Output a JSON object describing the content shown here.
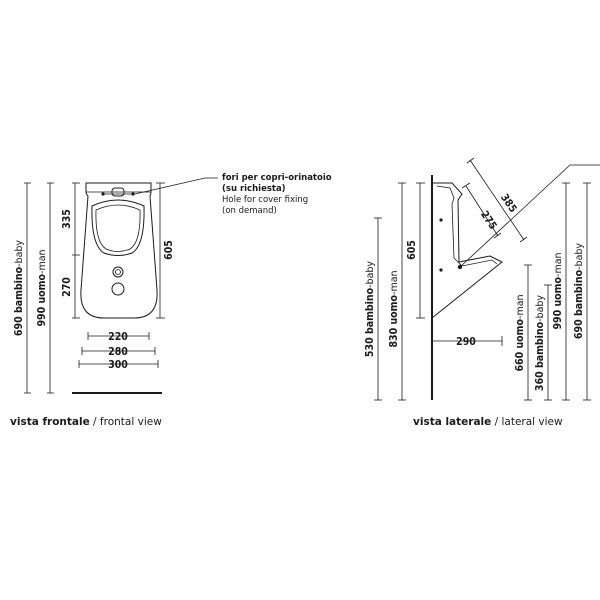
{
  "front": {
    "dims": {
      "d335": "335",
      "d270": "270",
      "d605": "605",
      "d220": "220",
      "d280": "280",
      "d300": "300",
      "h690_num": "690",
      "h690_bold": " bambino",
      "h690_light": "-baby",
      "h990_num": "990",
      "h990_bold": " uomo",
      "h990_light": "-man"
    },
    "note": {
      "line1": "fori per copri-orinatoio",
      "line2": "(su richiesta)",
      "line3": "Hole for cover fixing",
      "line4": "(on demand)"
    },
    "caption_bold": "vista frontale",
    "caption_light": " / frontal view"
  },
  "side": {
    "dims": {
      "d385": "385",
      "d275": "275",
      "d605": "605",
      "d290": "290",
      "h530_num": "530",
      "h530_bold": " bambino",
      "h530_light": "-baby",
      "h830_num": "830",
      "h830_bold": " uomo",
      "h830_light": "-man",
      "h660_num": "660",
      "h660_bold": " uomo",
      "h660_light": "-man",
      "h360_num": "360",
      "h360_bold": " bambino",
      "h360_light": "-baby",
      "h990_num": "990",
      "h990_bold": " uomo",
      "h990_light": "-man",
      "h690_num": "690",
      "h690_bold": " bambino",
      "h690_light": "-baby"
    },
    "caption_bold": "vista laterale",
    "caption_light": " / lateral view"
  }
}
